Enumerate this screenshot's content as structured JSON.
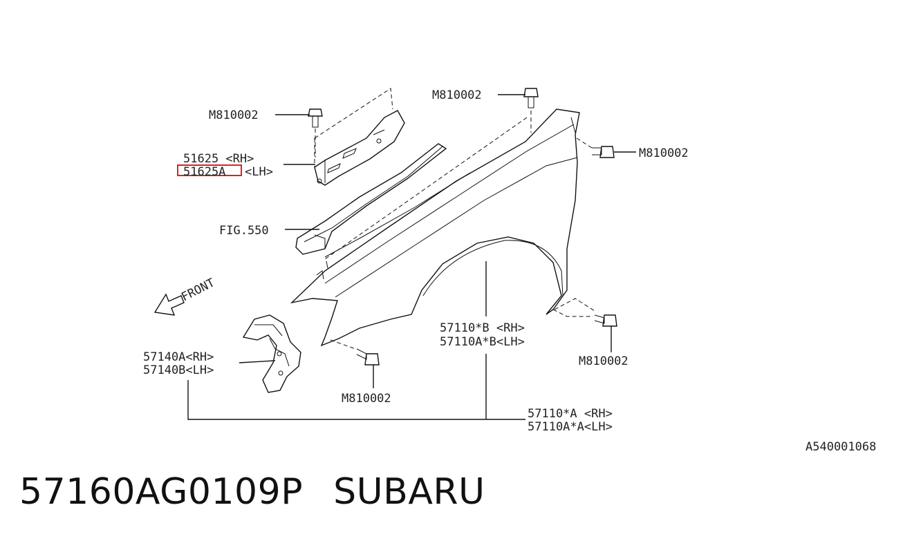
{
  "diagram": {
    "labels": {
      "bolt_top_left": "M810002",
      "bolt_top_center": "M810002",
      "bolt_right": "M810002",
      "bolt_bottom_right": "M810002",
      "bolt_bottom_center": "M810002",
      "bracket_rh": "51625 <RH>",
      "bracket_lh_part": "51625A",
      "bracket_lh_side": "<LH>",
      "fig_ref": "FIG.550",
      "front": "FRONT",
      "fender_b_rh": "57110*B <RH>",
      "fender_b_lh": "57110A*B<LH>",
      "liner_rh": "57140A<RH>",
      "liner_lh": "57140B<LH>",
      "fender_a_rh": "57110*A <RH>",
      "fender_a_lh": "57110A*A<LH>",
      "diagram_code": "A540001068"
    },
    "highlight_color": "#e02020"
  },
  "footer": {
    "part_number": "57160AG0109P",
    "brand": "SUBARU"
  }
}
